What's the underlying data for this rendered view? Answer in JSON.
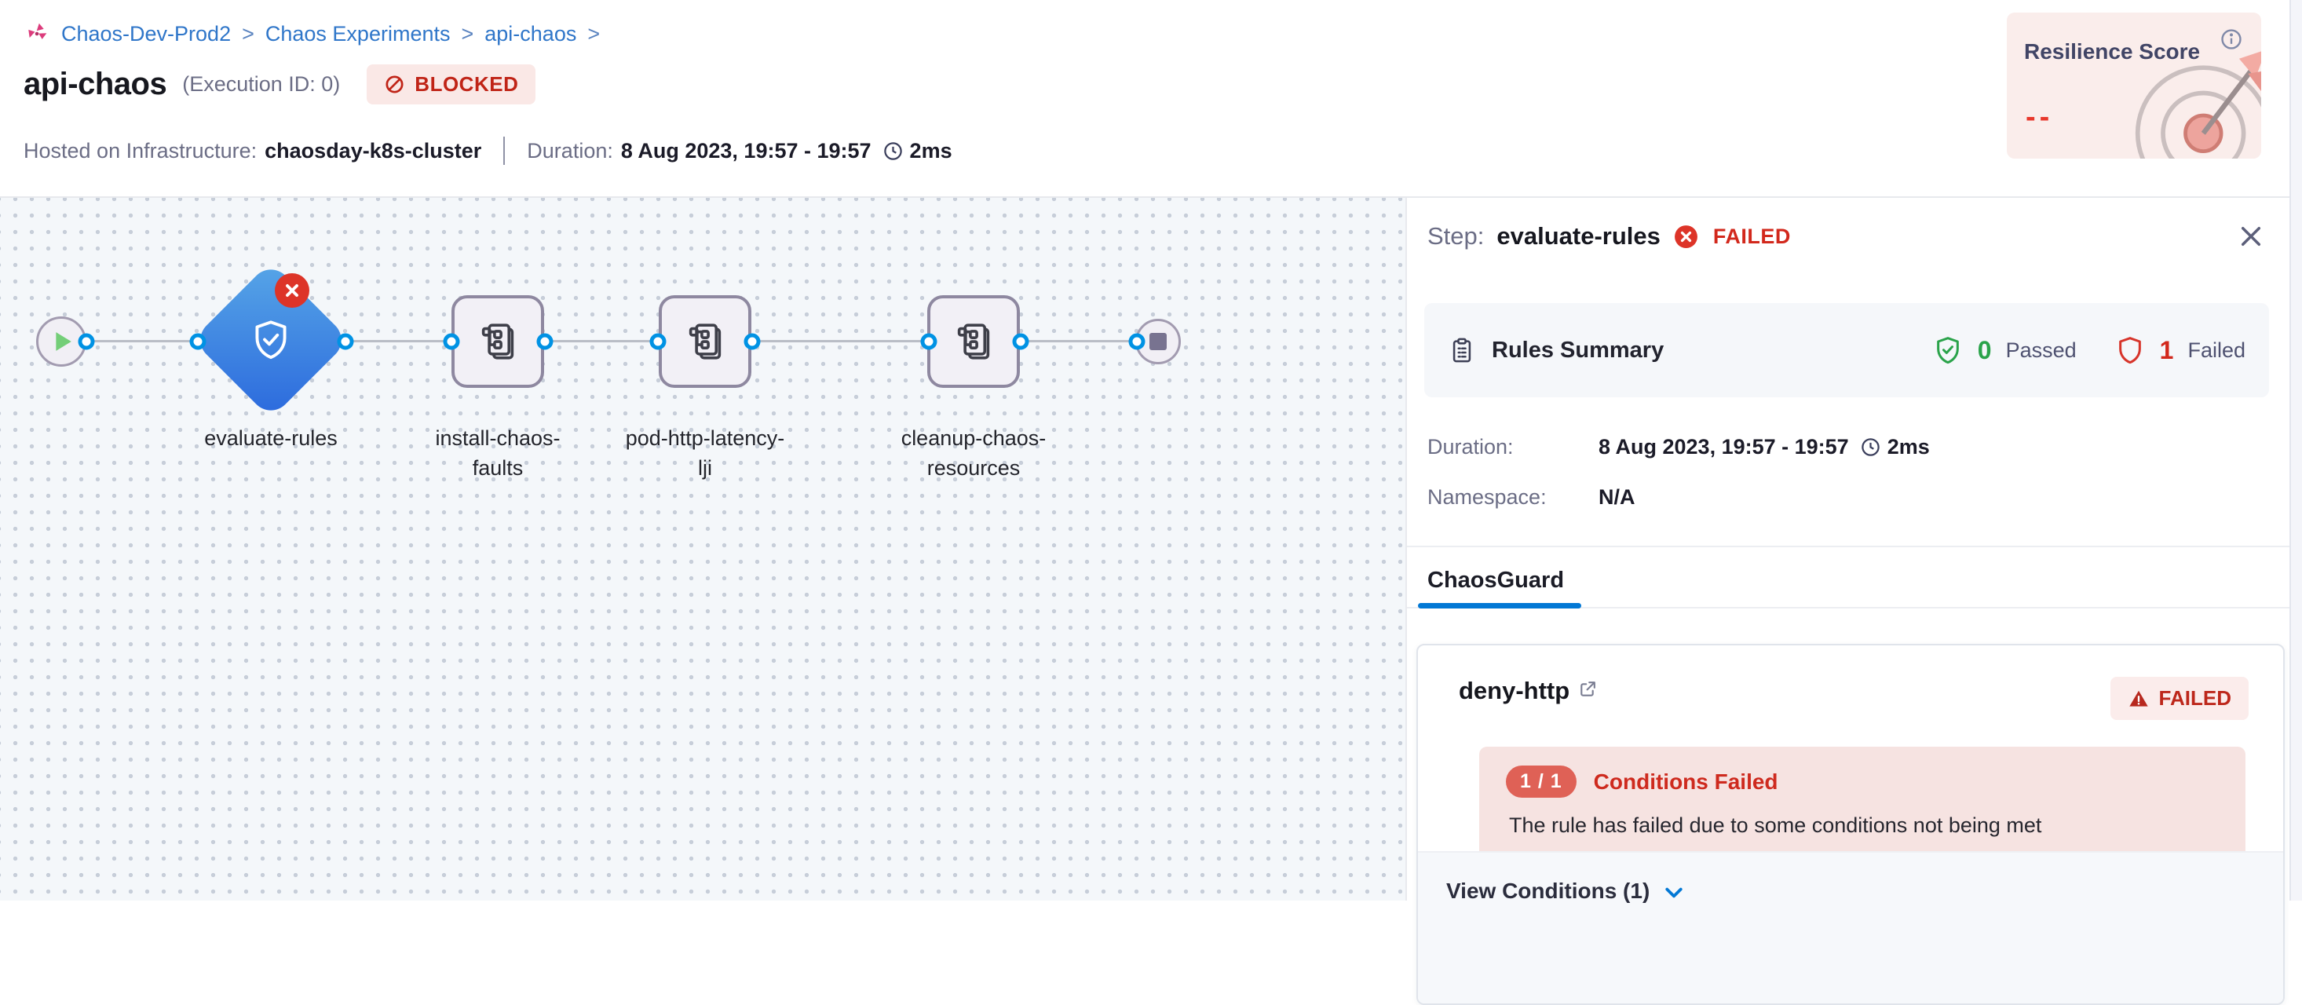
{
  "header": {
    "breadcrumb": {
      "separator": ">",
      "items": [
        "Chaos-Dev-Prod2",
        "Chaos Experiments",
        "api-chaos"
      ]
    },
    "title": "api-chaos",
    "execution_id": "(Execution ID: 0)",
    "status_badge": "BLOCKED",
    "infra_label": "Hosted on Infrastructure:",
    "infra_value": "chaosday-k8s-cluster",
    "duration_label": "Duration:",
    "duration_value": "8 Aug 2023, 19:57 - 19:57",
    "duration_elapsed": "2ms"
  },
  "resilience": {
    "title": "Resilience Score",
    "value": "--"
  },
  "pipeline": {
    "nodes": [
      {
        "label": "evaluate-rules"
      },
      {
        "label": "install-chaos-\nfaults"
      },
      {
        "label": "pod-http-latency-\nlji"
      },
      {
        "label": "cleanup-chaos-\nresources"
      }
    ]
  },
  "panel": {
    "step_label": "Step:",
    "step_name": "evaluate-rules",
    "step_status": "FAILED",
    "close_glyph": "✕",
    "rules_summary": {
      "title": "Rules Summary",
      "passed_count": "0",
      "passed_label": "Passed",
      "failed_count": "1",
      "failed_label": "Failed"
    },
    "duration_label": "Duration:",
    "duration_value": "8 Aug 2023, 19:57 - 19:57",
    "duration_elapsed": "2ms",
    "namespace_label": "Namespace:",
    "namespace_value": "N/A",
    "tab": "ChaosGuard",
    "rule_card": {
      "name": "deny-http",
      "status": "FAILED",
      "conditions_count": "1 / 1",
      "conditions_title": "Conditions Failed",
      "message": "The rule has failed due to some conditions not being met",
      "footer_link": "View Conditions (1)"
    }
  },
  "colors": {
    "accent_blue": "#0278d5",
    "link_blue": "#2f76c9",
    "error_red": "#d2281c",
    "success_green": "#2aa34a",
    "brand_pink": "#dc3c7c",
    "diamond_gradient_start": "#57a6e7",
    "diamond_gradient_end": "#2b69dd"
  }
}
